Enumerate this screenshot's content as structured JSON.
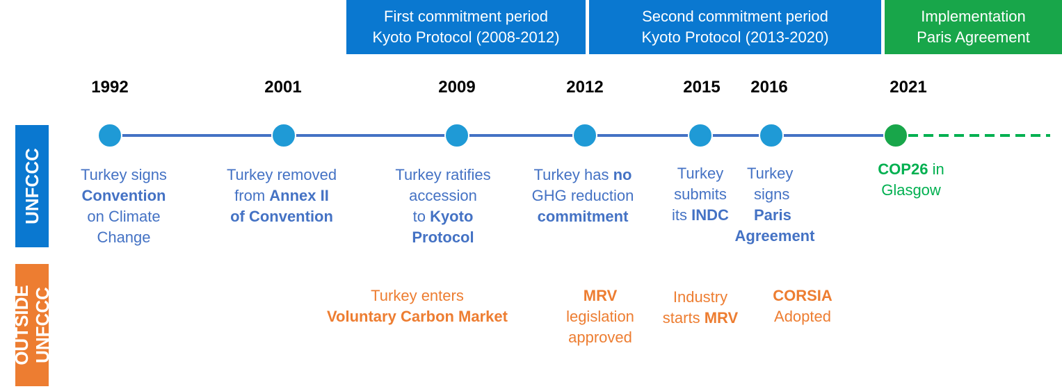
{
  "periods": [
    {
      "line1": "First commitment period",
      "line2": "Kyoto Protocol (2008-2012)",
      "color": "#0a78d0"
    },
    {
      "line1": "Second commitment period",
      "line2": "Kyoto Protocol (2013-2020)",
      "color": "#0a78d0"
    },
    {
      "line1": "Implementation",
      "line2": "Paris Agreement",
      "color": "#18a64a"
    }
  ],
  "years": [
    "1992",
    "2001",
    "2009",
    "2012",
    "2015",
    "2016",
    "2021"
  ],
  "side_labels": {
    "unfccc": "UNFCCC",
    "outside_line1": "OUTSIDE",
    "outside_line2": "UNFCCC"
  },
  "unfccc_events": {
    "e1992": {
      "a": "Turkey signs",
      "b": "Convention",
      "c": "on Climate",
      "d": "Change"
    },
    "e2001": {
      "a": "Turkey removed",
      "b1": "from ",
      "b2": "Annex II",
      "c": "of Convention"
    },
    "e2009": {
      "a": "Turkey ratifies",
      "b": "accession",
      "c1": "to ",
      "c2": "Kyoto",
      "d": "Protocol"
    },
    "e2012": {
      "a1": "Turkey has ",
      "a2": "no",
      "b": "GHG reduction",
      "c": "commitment"
    },
    "e2015": {
      "a": "Turkey",
      "b": "submits",
      "c1": "its ",
      "c2": "INDC"
    },
    "e2016": {
      "a": "Turkey",
      "b": "signs",
      "c": "Paris",
      "d": "Agreement"
    },
    "e2021": {
      "a1": "COP26",
      "a2": " in",
      "b": "Glasgow"
    }
  },
  "outside_events": {
    "e2009": {
      "a": "Turkey enters",
      "b": "Voluntary Carbon Market"
    },
    "e2012": {
      "a": "MRV",
      "b": "legislation",
      "c": "approved"
    },
    "e2015": {
      "a": "Industry",
      "b1": "starts ",
      "b2": "MRV"
    },
    "e2016": {
      "a": "CORSIA",
      "b": "Adopted"
    }
  },
  "colors": {
    "accent_blue": "#0a78d0",
    "text_blue": "#4472c4",
    "node_blue": "#1f9ad6",
    "line_blue": "#4472c4",
    "orange": "#ed7d31",
    "green": "#00b050",
    "green_node": "#18a64a"
  }
}
